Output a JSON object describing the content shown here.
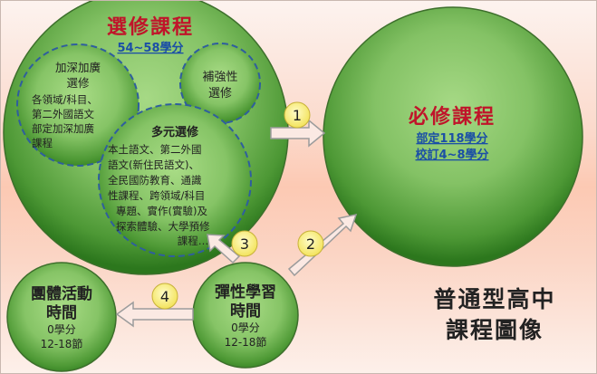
{
  "colors": {
    "circle_light": "#9cd37a",
    "circle_dark": "#2f7d1f",
    "title_red": "#c0142a",
    "sub_blue": "#1b4fa6",
    "badge_fill": "#fbf08a",
    "arrow_fill": "#fbe9e3",
    "arrow_stroke": "#9c9c9c"
  },
  "elective": {
    "title": "選修課程",
    "credits": "54~58學分",
    "deepen": {
      "title_line1": "加深加廣",
      "title_line2": "選修",
      "desc_line1": "各領域/科目、",
      "desc_line2": "第二外國語文",
      "desc_line3": "部定加深加廣",
      "desc_line4": "課程"
    },
    "remedial": {
      "title_line1": "補強性",
      "title_line2": "選修"
    },
    "diverse": {
      "title": "多元選修",
      "desc_line1": "本土語文、第二外國",
      "desc_line2": "語文(新住民語文)、",
      "desc_line3": "全民國防教育、通識",
      "desc_line4": "性課程、跨領域/科目",
      "desc_line5": "專題、實作(實驗)及",
      "desc_line6": "探索體驗、大學預修",
      "desc_line7": "課程…"
    }
  },
  "required": {
    "title": "必修課程",
    "line1": "部定118學分",
    "line2": "校訂4~8學分"
  },
  "flexible": {
    "title_line1": "彈性學習",
    "title_line2": "時間",
    "line1": "0學分",
    "line2": "12-18節"
  },
  "group": {
    "title_line1": "團體活動",
    "title_line2": "時間",
    "line1": "0學分",
    "line2": "12-18節"
  },
  "badges": [
    "1",
    "2",
    "3",
    "4"
  ],
  "caption": {
    "line1": "普通型高中",
    "line2": "課程圖像"
  }
}
